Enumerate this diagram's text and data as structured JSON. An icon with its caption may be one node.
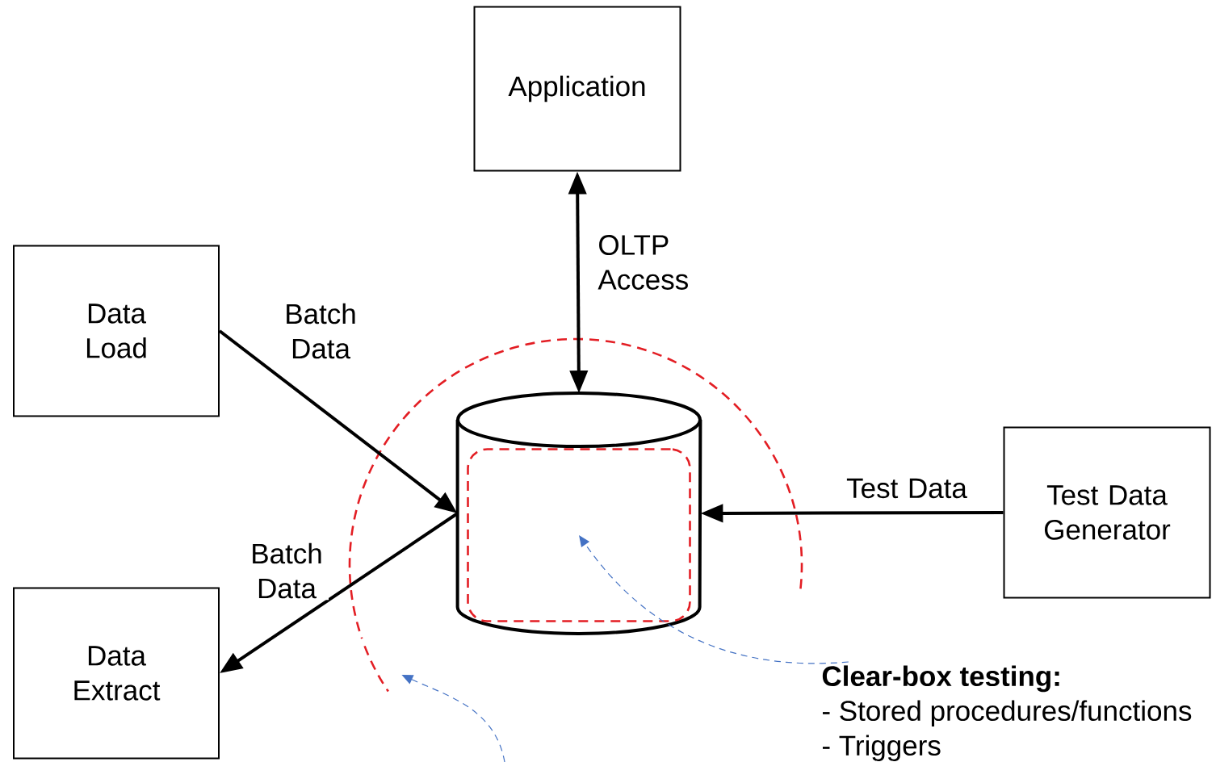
{
  "diagram": {
    "nodes": [
      {
        "text": [
          "Application"
        ]
      },
      {
        "text": [
          "Data Load"
        ]
      },
      {
        "text": [],
        "shape": "cylinder"
      },
      {
        "text": [],
        "shape": "box",
        "in": 2
      },
      {
        "text": [
          "Test Data Generator"
        ]
      },
      {
        "text": [
          "Data Extract"
        ]
      },
      {
        "text": [
          "Clear-box testing:",
          "- Stored procedures/functions",
          "- Triggers"
        ]
      },
      {
        "text": [],
        "shape": "arc"
      }
    ],
    "edges": [
      {
        "from": 0,
        "to": 2,
        "arrow": "both",
        "label": "OLTP Access"
      },
      {
        "from": 1,
        "to": 2,
        "arrow": "to",
        "label": "Batch Data"
      },
      {
        "from": 2,
        "to": 5,
        "arrow": "to",
        "label": "Batch Data"
      },
      {
        "from": 4,
        "to": 2,
        "arrow": "to",
        "label": "Test Data"
      },
      {
        "from": 6,
        "to": 3,
        "arrow": "to",
        "style": "dashed",
        "color": "#4472c4"
      },
      {
        "from": null,
        "to": 7,
        "arrow": "to",
        "style": "dashed",
        "color": "#4472c4"
      }
    ]
  }
}
